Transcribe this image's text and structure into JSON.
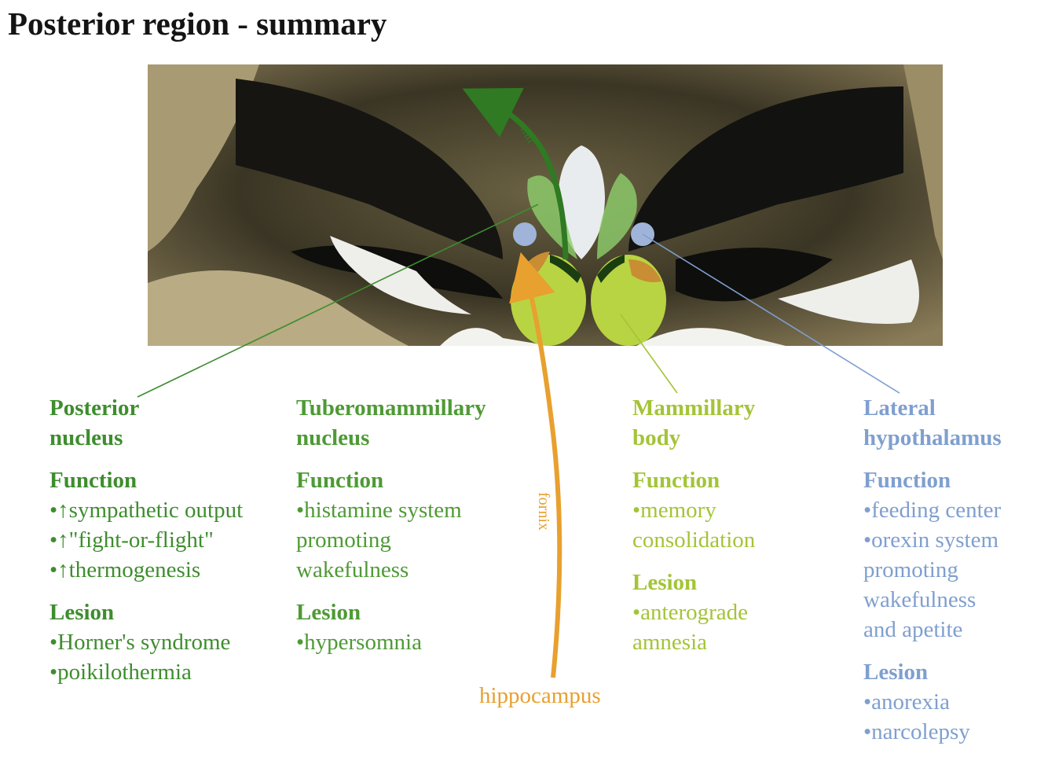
{
  "title": "Posterior region - summary",
  "image_labels": {
    "mtt": "mtt",
    "fornix": "fornix",
    "hippocampus": "hippocampus"
  },
  "colors": {
    "posterior": "#3e8d2e",
    "tuberomammillary": "#4e9a35",
    "mammillary": "#a4c437",
    "lateral": "#7f9fcf",
    "fornix": "#e8a02e",
    "mtt": "#2f7a22"
  },
  "columns": [
    {
      "title_lines": [
        "Posterior",
        "nucleus"
      ],
      "function_label": "Function",
      "function_items": [
        "•↑sympathetic output",
        "•↑\"fight-or-flight\"",
        "•↑thermogenesis"
      ],
      "lesion_label": "Lesion",
      "lesion_items": [
        "•Horner's syndrome",
        "•poikilothermia"
      ]
    },
    {
      "title_lines": [
        "Tuberomammillary",
        "nucleus"
      ],
      "function_label": "Function",
      "function_items": [
        "•histamine system",
        "promoting",
        "wakefulness"
      ],
      "lesion_label": "Lesion",
      "lesion_items": [
        "•hypersomnia"
      ]
    },
    {
      "title_lines": [
        "Mammillary",
        "body"
      ],
      "function_label": "Function",
      "function_items": [
        "•memory",
        "consolidation"
      ],
      "lesion_label": "Lesion",
      "lesion_items": [
        "•anterograde",
        "amnesia"
      ]
    },
    {
      "title_lines": [
        "Lateral",
        "hypothalamus"
      ],
      "function_label": "Function",
      "function_items": [
        "•feeding center",
        "•orexin system",
        "promoting",
        "wakefulness",
        "and apetite"
      ],
      "lesion_label": "Lesion",
      "lesion_items": [
        "•anorexia",
        "•narcolepsy"
      ]
    }
  ]
}
